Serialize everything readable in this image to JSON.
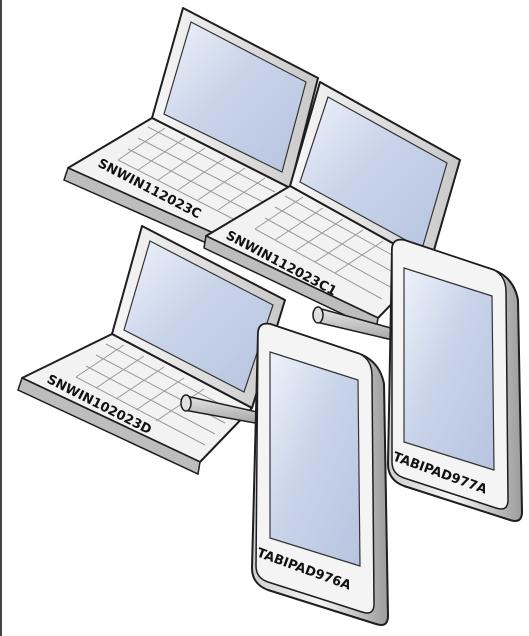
{
  "devices": {
    "laptop_top_left": {
      "label": "SNWIN112023C",
      "kind": "laptop-icon"
    },
    "laptop_top_right": {
      "label": "SNWIN112023C1",
      "kind": "laptop-icon"
    },
    "laptop_bottom": {
      "label": "SNWIN102023D",
      "kind": "laptop-icon"
    },
    "tablet_right": {
      "label": "TABIPAD977A",
      "kind": "tablet-icon"
    },
    "tablet_center": {
      "label": "TABIPAD976A",
      "kind": "tablet-icon"
    }
  },
  "colors": {
    "screen_fill": "#c9d4ea",
    "screen_highlight": "#eef2fa",
    "body_light": "#f4f4f4",
    "body_mid": "#d6d6d6",
    "body_dark": "#a9a9a9",
    "outline": "#1e1e1e",
    "stylus": "#b8b8b8"
  }
}
